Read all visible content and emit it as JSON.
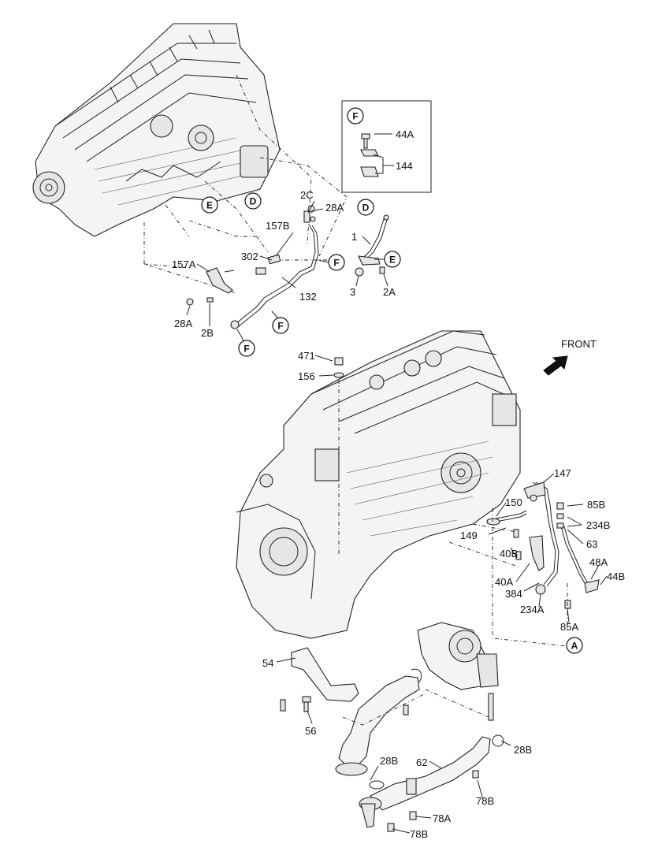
{
  "labels": {
    "l_44A": "44A",
    "l_144": "144",
    "l_2C": "2C",
    "l_28A_top": "28A",
    "l_157B": "157B",
    "l_302": "302",
    "l_157A": "157A",
    "l_132": "132",
    "l_28A_left": "28A",
    "l_2B": "2B",
    "l_1": "1",
    "l_3": "3",
    "l_2A": "2A",
    "l_471": "471",
    "l_156": "156",
    "l_front": "FRONT",
    "l_147": "147",
    "l_85B": "85B",
    "l_150": "150",
    "l_234B": "234B",
    "l_149": "149",
    "l_63": "63",
    "l_40B": "40B",
    "l_48A": "48A",
    "l_44B": "44B",
    "l_40A": "40A",
    "l_384": "384",
    "l_234A": "234A",
    "l_85A": "85A",
    "l_54": "54",
    "l_56": "56",
    "l_28B_right": "28B",
    "l_28B_left": "28B",
    "l_62": "62",
    "l_78B_right": "78B",
    "l_78A": "78A",
    "l_78B_bottom": "78B"
  },
  "callouts": {
    "c_F_box": "F",
    "c_D_engine": "D",
    "c_E_engine": "E",
    "c_D_right": "D",
    "c_F_pipe": "F",
    "c_E_right": "E",
    "c_F_bottom_mid": "F",
    "c_F_bottom": "F",
    "c_A": "A"
  }
}
